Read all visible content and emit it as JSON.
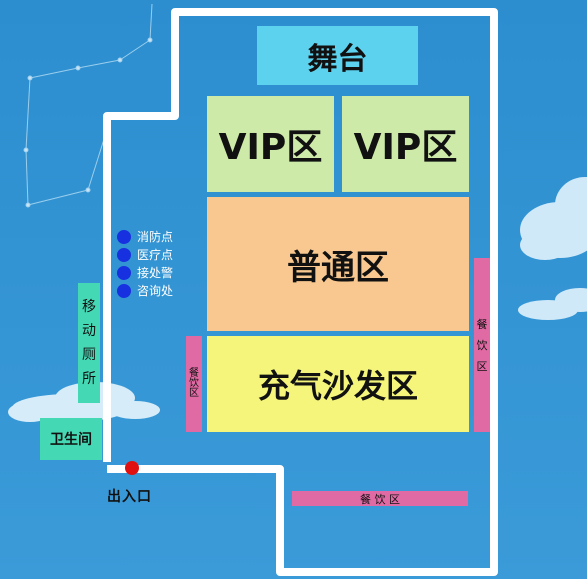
{
  "colors": {
    "background_top": "#2d8fd0",
    "background_bottom": "#3a9ad8",
    "venue_outline": "#ffffff",
    "stage": "#5cd2ee",
    "vip": "#cdeaa8",
    "general": "#f8c890",
    "inflatable_sofa": "#f4f57a",
    "dining": "#e06aa4",
    "toilet": "#45d8b5",
    "info_dot": "#1730e0",
    "entrance_dot": "#e01010"
  },
  "map": {
    "stage": "舞台",
    "vip_left": "VIP区",
    "vip_right": "VIP区",
    "general_area": "普通区",
    "sofa_area": "充气沙发区",
    "dining_left": [
      "餐",
      "饮",
      "区"
    ],
    "dining_right": [
      "餐",
      "饮",
      "区"
    ],
    "dining_bottom": "餐 饮 区",
    "mobile_toilet": [
      "移",
      "动",
      "厕",
      "所"
    ],
    "restroom": "卫生间",
    "entrance": "出入口"
  },
  "legend": [
    {
      "icon": "blue-dot-icon",
      "label": "消防点"
    },
    {
      "icon": "blue-dot-icon",
      "label": "医疗点"
    },
    {
      "icon": "blue-dot-icon",
      "label": "接处警"
    },
    {
      "icon": "blue-dot-icon",
      "label": "咨询处"
    }
  ]
}
